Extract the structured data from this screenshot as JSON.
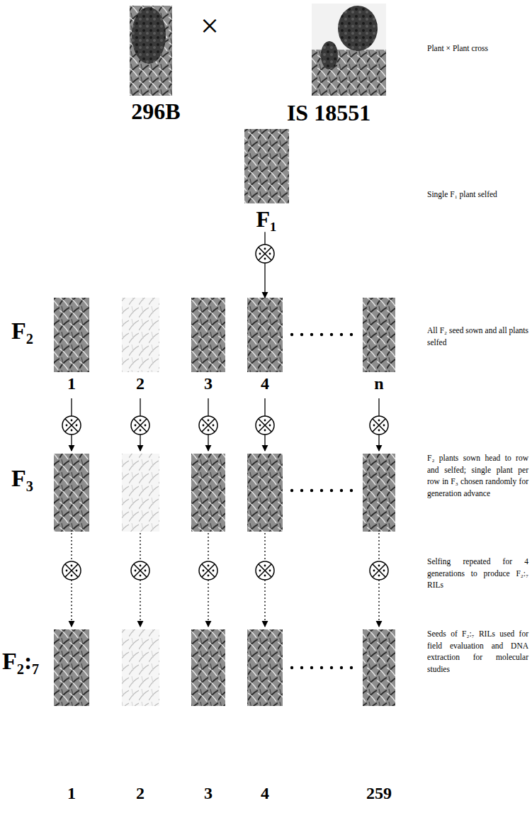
{
  "diagram": {
    "nodes": [
      {
        "text": [
          "296B"
        ]
      },
      {
        "text": [
          "IS 18551"
        ]
      },
      {
        "text": [
          "F₁"
        ]
      },
      {
        "text": [
          "1"
        ]
      },
      {
        "text": [
          "2"
        ]
      },
      {
        "text": [
          "3"
        ]
      },
      {
        "text": [
          "4"
        ]
      },
      {
        "text": [
          "n"
        ]
      },
      {
        "text": [
          "1"
        ]
      },
      {
        "text": [
          "2"
        ]
      },
      {
        "text": [
          "3"
        ]
      },
      {
        "text": [
          "4"
        ]
      },
      {
        "text": [
          "259"
        ]
      }
    ],
    "edges": [
      {
        "from": 2,
        "to": 6,
        "arrow": "to"
      }
    ],
    "labels": [
      "×",
      "Plant × Plant cross",
      "Single F₁ plant selfed",
      "F₂",
      "All F₂ seed sown and all plants selfed",
      "F₃",
      "F₂ plants sown head to row and selfed; single plant per row in F₃ chosen randomly for generation advance",
      "Selfing repeated for 4 generations to produce F₂:₇ RILs",
      "F₂:₇",
      "Seeds of F₂:₇ RILs used for field evaluation and DNA extraction for molecular studies"
    ]
  }
}
